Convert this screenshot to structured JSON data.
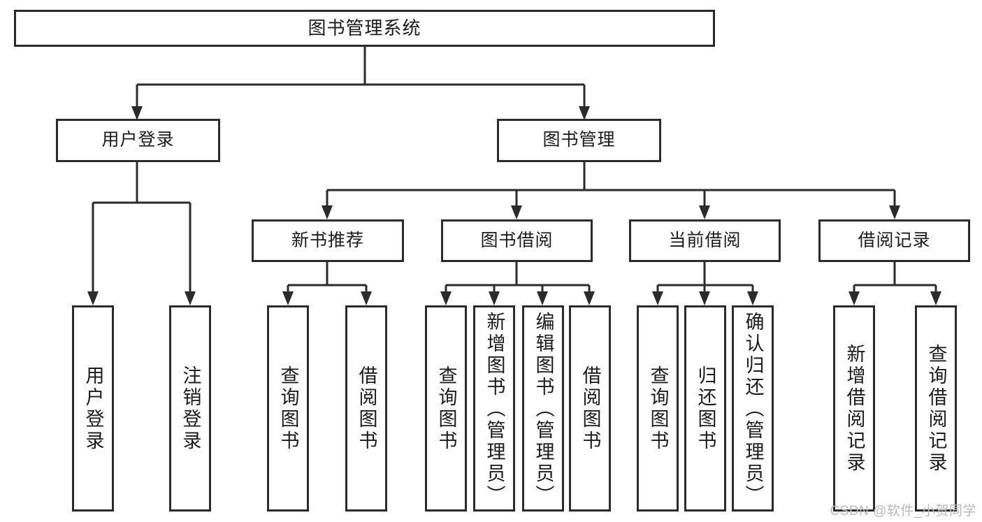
{
  "diagram": {
    "title": "图书管理系统",
    "type": "tree-hierarchy-functional-structure",
    "line_color": "#2b2b2b",
    "box_fill": "#ffffff",
    "background": "#ffffff",
    "watermark": "CSDN @软件_小贺同学",
    "nodes": {
      "root": {
        "label": "图书管理系统"
      },
      "level2": [
        {
          "label": "用户登录"
        },
        {
          "label": "图书管理"
        }
      ],
      "level3": [
        {
          "label": "新书推荐"
        },
        {
          "label": "图书借阅"
        },
        {
          "label": "当前借阅"
        },
        {
          "label": "借阅记录"
        }
      ],
      "leaves_user_login": [
        {
          "label": "用户登录"
        },
        {
          "label": "注销登录"
        }
      ],
      "leaves_new_books": [
        {
          "label": "查询图书"
        },
        {
          "label": "借阅图书"
        }
      ],
      "leaves_borrow": [
        {
          "label": "查询图书"
        },
        {
          "label": "新增图书（管理员）"
        },
        {
          "label": "编辑图书（管理员）"
        },
        {
          "label": "借阅图书"
        }
      ],
      "leaves_current": [
        {
          "label": "查询图书"
        },
        {
          "label": "归还图书"
        },
        {
          "label": "确认归还（管理员）"
        }
      ],
      "leaves_records": [
        {
          "label": "新增借阅记录"
        },
        {
          "label": "查询借阅记录"
        }
      ]
    }
  }
}
